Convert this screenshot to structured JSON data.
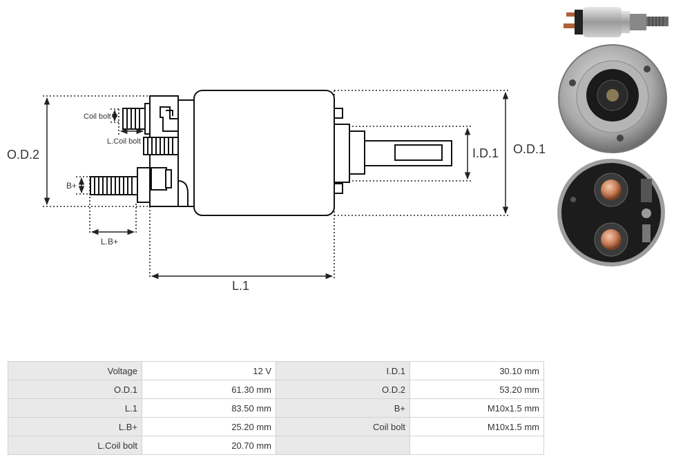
{
  "diagram": {
    "labels": {
      "od2": "O.D.2",
      "od1": "O.D.1",
      "id1": "I.D.1",
      "l1": "L.1",
      "lb_plus": "L.B+",
      "b_plus": "B+",
      "coil_bolt": "Coil bolt",
      "l_coil_bolt": "L.Coil bolt"
    }
  },
  "photos": [
    {
      "name": "solenoid-side-photo"
    },
    {
      "name": "solenoid-front-photo"
    },
    {
      "name": "solenoid-terminal-photo"
    }
  ],
  "specs": {
    "rows": [
      {
        "label1": "Voltage",
        "value1": "12 V",
        "label2": "I.D.1",
        "value2": "30.10 mm"
      },
      {
        "label1": "O.D.1",
        "value1": "61.30 mm",
        "label2": "O.D.2",
        "value2": "53.20 mm"
      },
      {
        "label1": "L.1",
        "value1": "83.50 mm",
        "label2": "B+",
        "value2": "M10x1.5 mm"
      },
      {
        "label1": "L.B+",
        "value1": "25.20 mm",
        "label2": "Coil bolt",
        "value2": "M10x1.5 mm"
      },
      {
        "label1": "L.Coil bolt",
        "value1": "20.70 mm",
        "label2": "",
        "value2": ""
      }
    ]
  }
}
